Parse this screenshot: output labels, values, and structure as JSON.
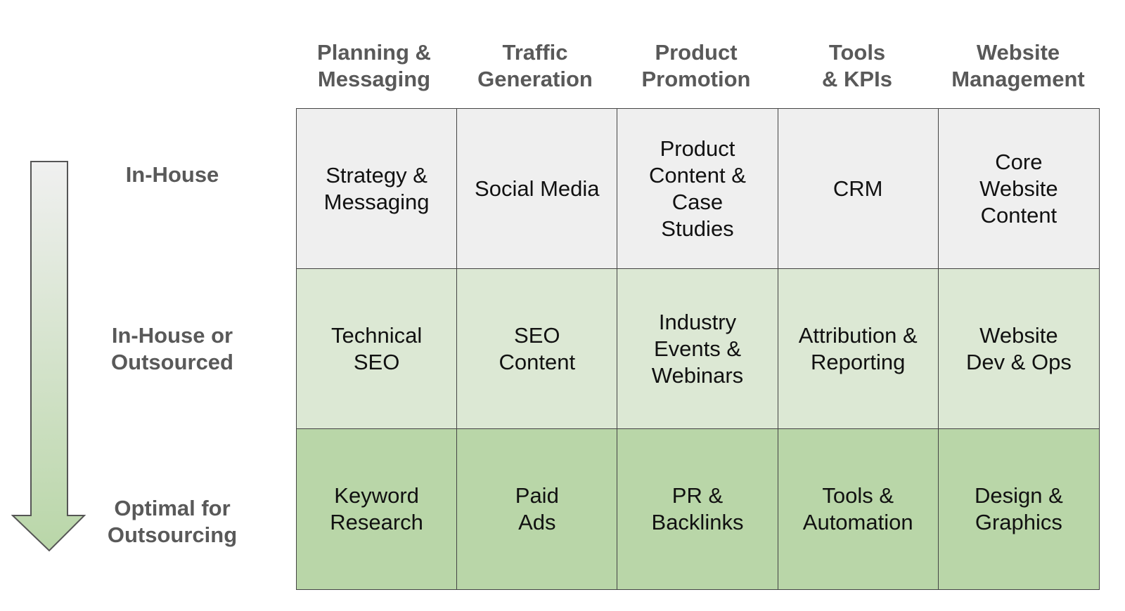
{
  "columns": [
    "Planning &\nMessaging",
    "Traffic\nGeneration",
    "Product\nPromotion",
    "Tools\n& KPIs",
    "Website\nManagement"
  ],
  "rows": [
    "In-House",
    "In-House or\nOutsourced",
    "Optimal for\nOutsourcing"
  ],
  "cells": [
    [
      "Strategy &\nMessaging",
      "Social Media",
      "Product\nContent &\nCase\nStudies",
      "CRM",
      "Core\nWebsite\nContent"
    ],
    [
      "Technical\nSEO",
      "SEO\nContent",
      "Industry\nEvents &\nWebinars",
      "Attribution &\nReporting",
      "Website\nDev & Ops"
    ],
    [
      "Keyword\nResearch",
      "Paid\nAds",
      "PR &\nBacklinks",
      "Tools &\nAutomation",
      "Design &\nGraphics"
    ]
  ],
  "colors": {
    "row_in_house": "#efefef",
    "row_in_house_or_outsourced": "#dce8d4",
    "row_optimal_outsourcing": "#b9d6a8",
    "arrow_gradient_top": "#f0f0f0",
    "arrow_gradient_bottom": "#b9d6a8",
    "label_text": "#595959",
    "border": "#444444"
  },
  "icons": {
    "arrow": "down-arrow-icon"
  }
}
